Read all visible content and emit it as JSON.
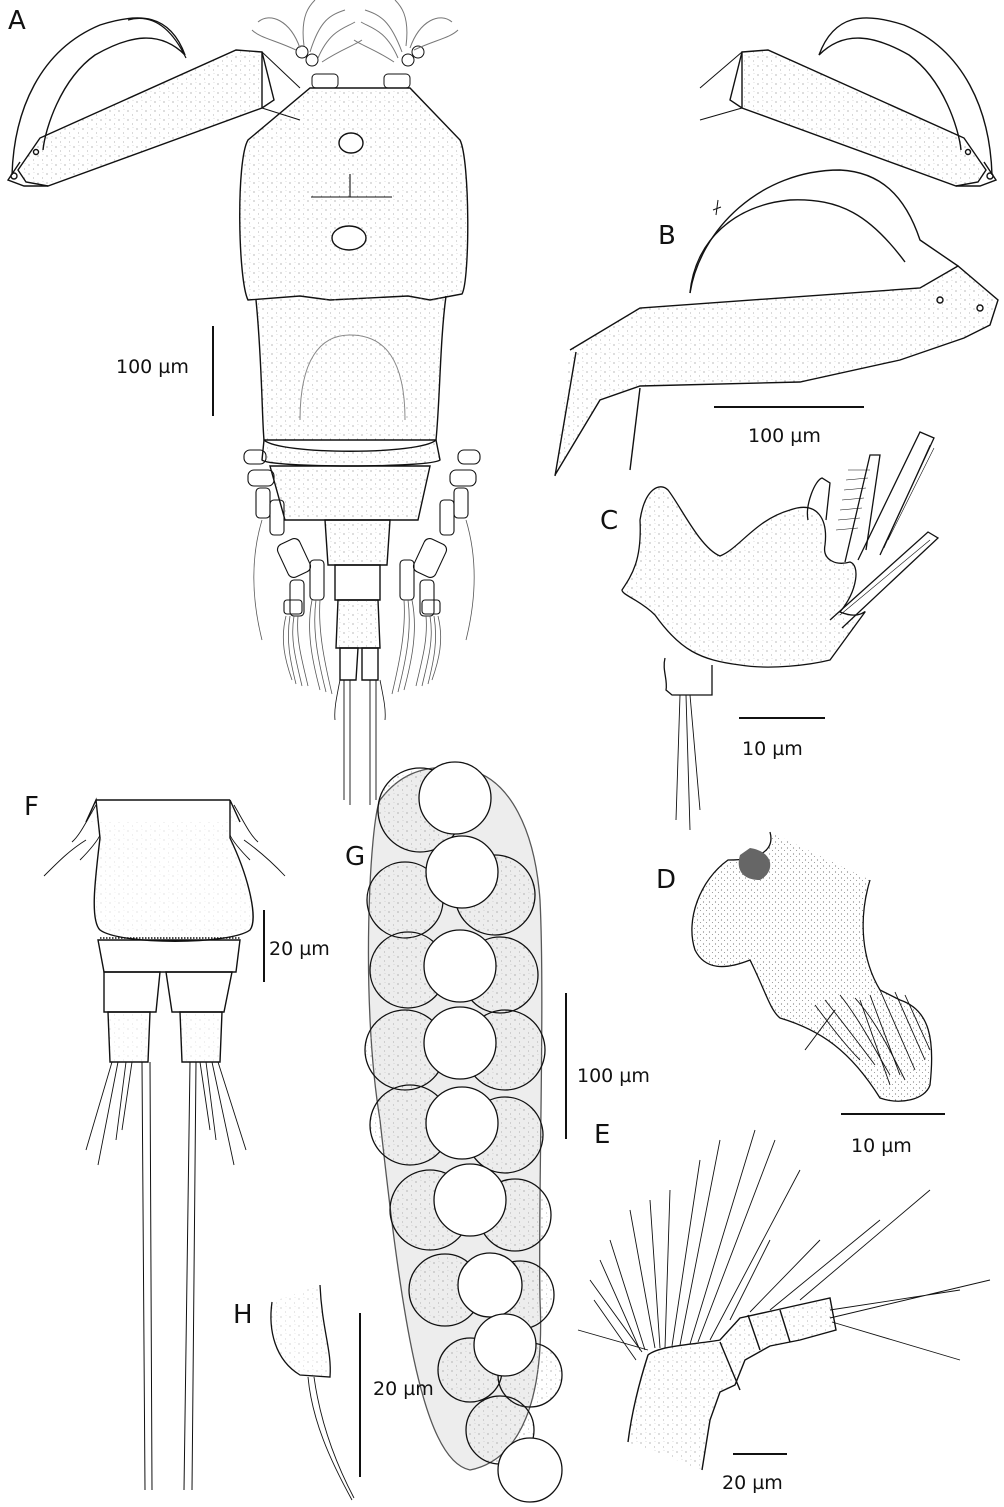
{
  "figure": {
    "type": "taxonomic illustration plate",
    "panels": [
      {
        "id": "A",
        "label": "A",
        "scale": "100 µm",
        "orientation": "vertical"
      },
      {
        "id": "B",
        "label": "B",
        "scale": "100 µm",
        "orientation": "horizontal"
      },
      {
        "id": "C",
        "label": "C",
        "scale": "10 µm",
        "orientation": "horizontal"
      },
      {
        "id": "D",
        "label": "D",
        "scale": "10 µm",
        "orientation": "horizontal"
      },
      {
        "id": "E",
        "label": "E",
        "scale": "20 µm",
        "orientation": "horizontal"
      },
      {
        "id": "F",
        "label": "F",
        "scale": "20 µm",
        "orientation": "vertical"
      },
      {
        "id": "G",
        "label": "G",
        "scale": "100 µm",
        "orientation": "vertical"
      },
      {
        "id": "H",
        "label": "H",
        "scale": "20 µm",
        "orientation": "vertical"
      }
    ]
  },
  "colors": {
    "line": "#111111",
    "stipple": "#9a9a9a",
    "egg_shadow": "#e6e6e6",
    "eye_spot": "#666666",
    "background": "#ffffff"
  }
}
